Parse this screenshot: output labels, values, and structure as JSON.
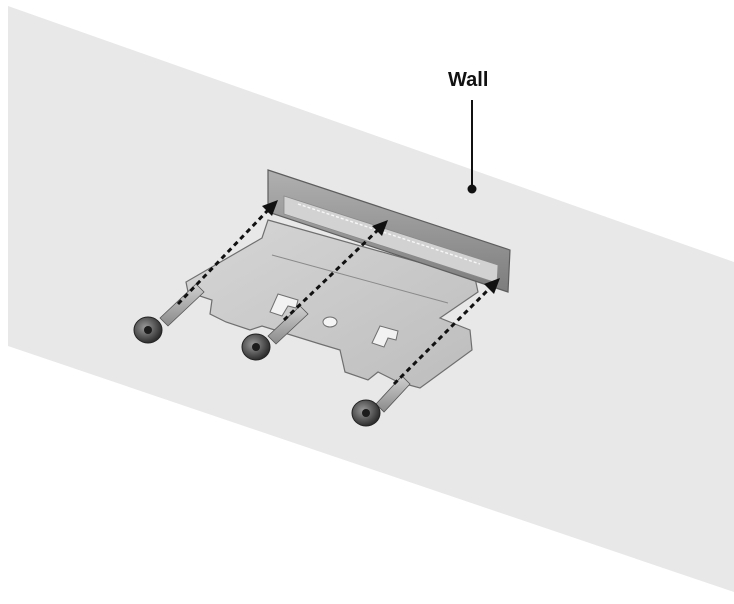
{
  "callout": {
    "label": "Wall"
  },
  "colors": {
    "wall": "#e8e8e8",
    "bracket": "#c9c9c9",
    "bracket_shadow": "#9a9a9a",
    "flange": "#8f8f8f",
    "screw": "#4a4a4a",
    "arrow": "#111111"
  },
  "parts": [
    "wall",
    "mounting-bracket",
    "screw",
    "screw",
    "screw"
  ]
}
